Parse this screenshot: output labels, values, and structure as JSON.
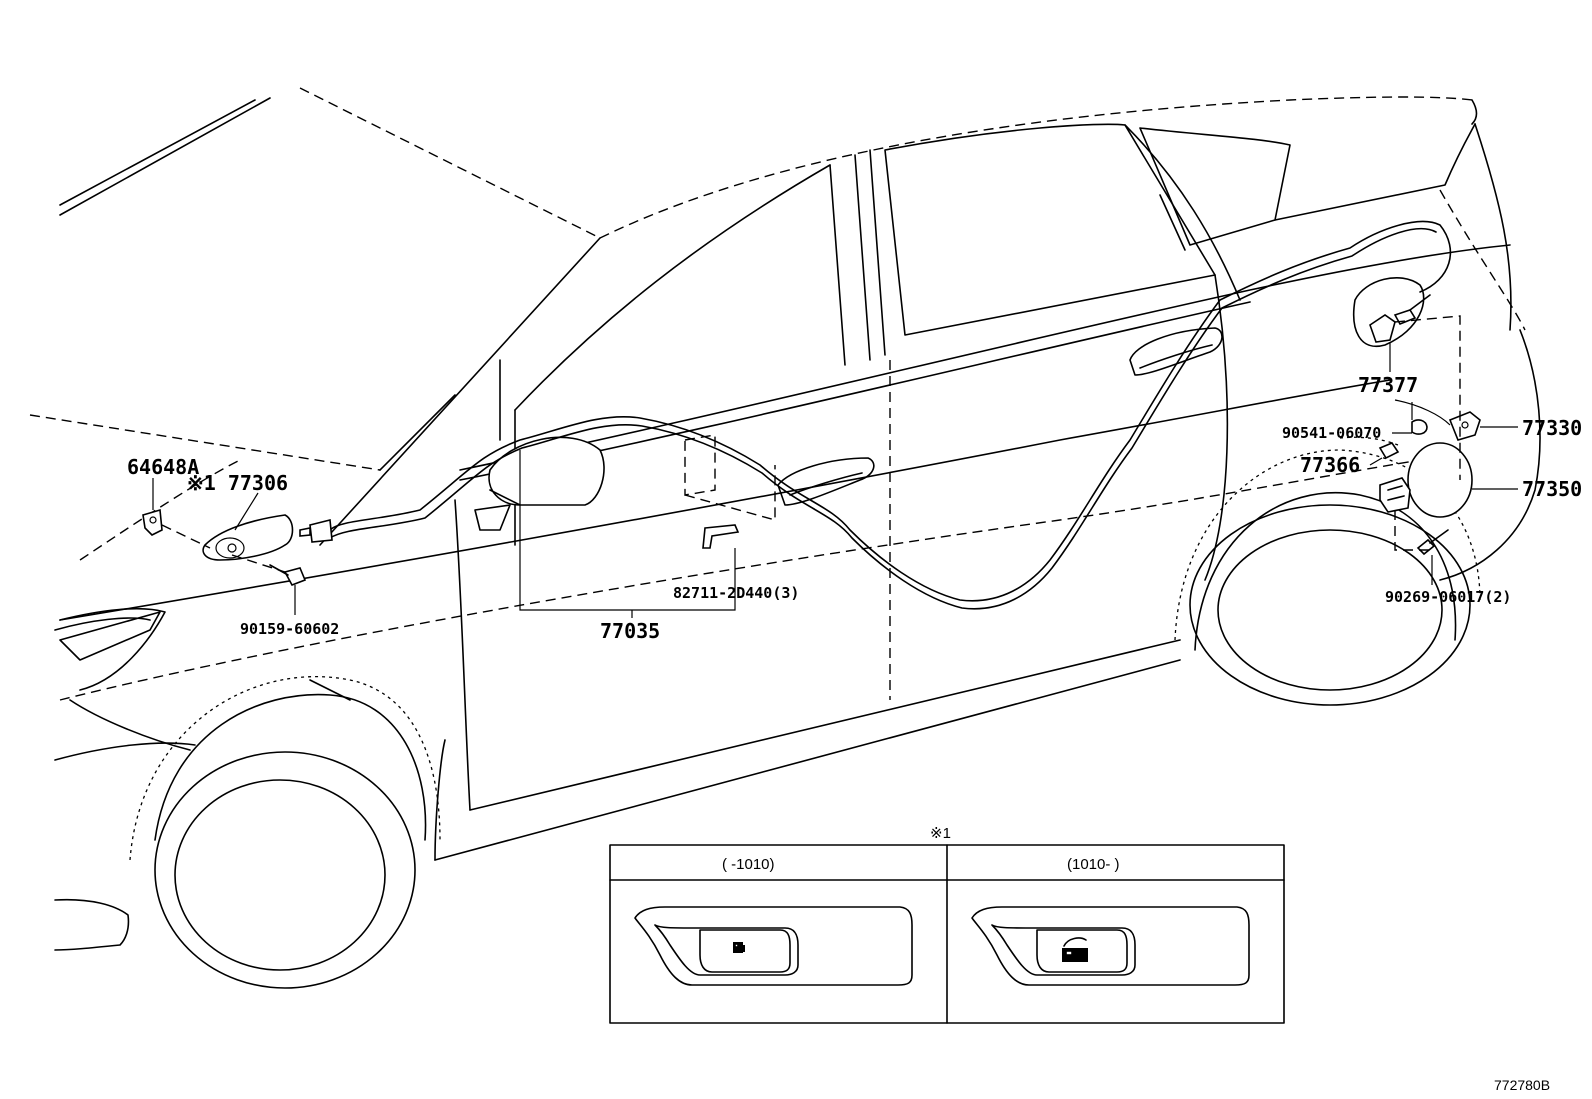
{
  "labels": {
    "p64648A": "64648A",
    "p77306": "※1 77306",
    "p90159": "90159-60602",
    "p77035": "77035",
    "p82711": "82711-2D440(3)",
    "p77377": "77377",
    "p90541": "90541-06070",
    "p77366": "77366",
    "p77330": "77330",
    "p77350": "77350",
    "p90269": "90269-06017(2)"
  },
  "inset": {
    "marker": "※1",
    "left_header": "(      -1010)",
    "right_header": "(1010-      )"
  },
  "reference": "772780B"
}
